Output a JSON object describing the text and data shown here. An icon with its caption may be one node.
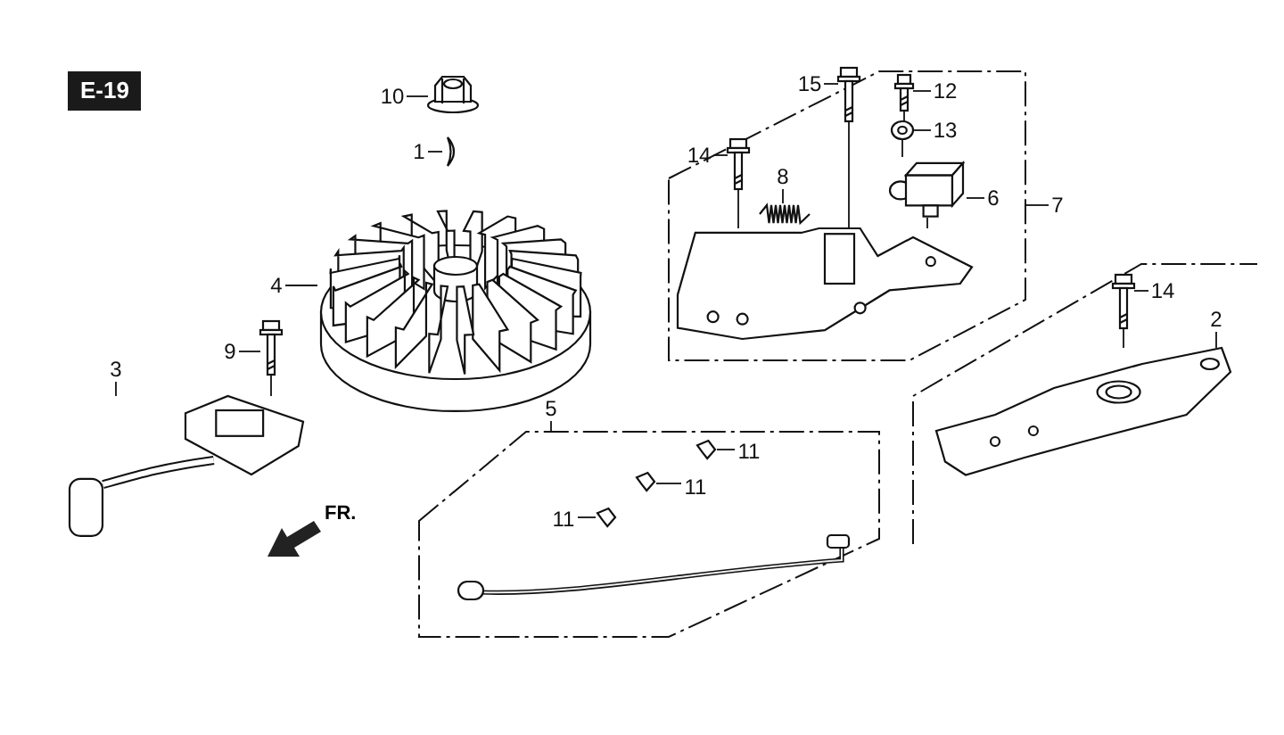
{
  "diagram": {
    "nodes": [
      {
        "text": [
          "10"
        ]
      },
      {
        "text": [],
        "shape": "picture"
      },
      {
        "text": [
          "1"
        ]
      },
      {
        "text": [],
        "shape": "picture"
      },
      {
        "text": [
          "4"
        ]
      },
      {
        "text": [],
        "shape": "picture"
      },
      {
        "text": [
          "9"
        ]
      },
      {
        "text": [],
        "shape": "picture"
      },
      {
        "text": [
          "3"
        ]
      },
      {
        "text": [],
        "shape": "picture"
      },
      {
        "text": [
          "15"
        ],
        "in": 15
      },
      {
        "text": [],
        "shape": "picture",
        "in": 15
      },
      {
        "text": [
          "14"
        ],
        "in": 15
      },
      {
        "text": [],
        "shape": "picture",
        "in": 15
      },
      {
        "text": [
          "7"
        ]
      },
      {
        "text": [],
        "shape": "box"
      },
      {
        "text": [
          "12"
        ],
        "in": 15
      },
      {
        "text": [],
        "shape": "picture",
        "in": 15
      },
      {
        "text": [
          "13"
        ],
        "in": 15
      },
      {
        "text": [],
        "shape": "picture",
        "in": 15
      },
      {
        "text": [
          "6"
        ],
        "in": 15
      },
      {
        "text": [],
        "shape": "picture",
        "in": 15
      },
      {
        "text": [
          "8"
        ],
        "in": 15
      },
      {
        "text": [],
        "shape": "picture",
        "in": 15
      },
      {
        "text": [],
        "shape": "picture",
        "in": 15
      },
      {
        "text": [
          "14"
        ]
      },
      {
        "text": [],
        "shape": "picture"
      },
      {
        "text": [
          "2"
        ]
      },
      {
        "text": [],
        "shape": "picture"
      },
      {
        "text": [
          "5"
        ]
      },
      {
        "text": [],
        "shape": "box"
      },
      {
        "text": [],
        "shape": "picture",
        "in": 30
      },
      {
        "text": [
          "11"
        ],
        "in": 30
      },
      {
        "text": [],
        "shape": "picture",
        "in": 30
      },
      {
        "text": [
          "11"
        ],
        "in": 30
      },
      {
        "text": [],
        "shape": "picture",
        "in": 30
      },
      {
        "text": [
          "11"
        ],
        "in": 30
      },
      {
        "text": [],
        "shape": "picture",
        "in": 30
      }
    ],
    "edges": [
      {
        "from": 0,
        "to": 1,
        "arrow": "none"
      },
      {
        "from": 2,
        "to": 3,
        "arrow": "none"
      },
      {
        "from": 4,
        "to": 5,
        "arrow": "none"
      },
      {
        "from": 6,
        "to": 7,
        "arrow": "none"
      },
      {
        "from": 8,
        "to": 9,
        "arrow": "none"
      },
      {
        "from": 10,
        "to": 11,
        "arrow": "none"
      },
      {
        "from": 12,
        "to": 13,
        "arrow": "none"
      },
      {
        "from": 14,
        "to": 15,
        "arrow": "none"
      },
      {
        "from": 16,
        "to": 17,
        "arrow": "none"
      },
      {
        "from": 18,
        "to": 19,
        "arrow": "none"
      },
      {
        "from": 20,
        "to": 21,
        "arrow": "none"
      },
      {
        "from": 22,
        "to": 23,
        "arrow": "none"
      },
      {
        "from": 25,
        "to": 26,
        "arrow": "none"
      },
      {
        "from": 27,
        "to": 28,
        "arrow": "none"
      },
      {
        "from": 29,
        "to": 30,
        "arrow": "none"
      },
      {
        "from": 32,
        "to": 33,
        "arrow": "none"
      },
      {
        "from": 34,
        "to": 35,
        "arrow": "none"
      },
      {
        "from": 36,
        "to": 37,
        "arrow": "none"
      },
      {
        "from": 7,
        "to": 9,
        "arrow": "none"
      },
      {
        "from": 11,
        "to": 24,
        "arrow": "none"
      },
      {
        "from": 13,
        "to": 24,
        "arrow": "none"
      },
      {
        "from": 17,
        "to": 19,
        "arrow": "none"
      },
      {
        "from": 19,
        "to": 21,
        "arrow": "none"
      },
      {
        "from": 21,
        "to": 24,
        "arrow": "none"
      },
      {
        "from": 26,
        "to": 28,
        "arrow": "none"
      }
    ],
    "labels": [
      "E-19",
      "FR."
    ]
  }
}
